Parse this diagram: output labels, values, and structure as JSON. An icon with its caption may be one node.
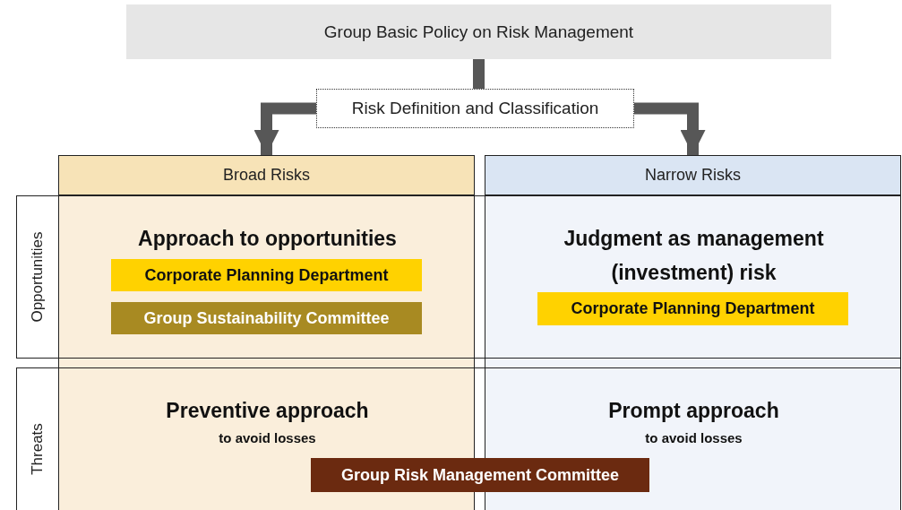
{
  "diagram": {
    "nodes": [
      {
        "text": [
          "Group Basic Policy on Risk Management"
        ]
      },
      {
        "text": [
          "Risk Definition and Classification"
        ]
      },
      {
        "text": [
          "Broad Risks"
        ]
      },
      {
        "text": [
          "Narrow Risks"
        ]
      },
      {
        "text": [
          "Opportunities"
        ]
      },
      {
        "text": [
          "Threats"
        ]
      },
      {
        "text": [
          "Approach to opportunities"
        ],
        "in": 4
      },
      {
        "text": [
          "Corporate Planning Department"
        ],
        "in": 6
      },
      {
        "text": [
          "Group Sustainability Committee"
        ],
        "in": 6
      },
      {
        "text": [
          "Judgment as management (investment) risk"
        ],
        "in": 4
      },
      {
        "text": [
          "Corporate Planning Department"
        ],
        "in": 9
      },
      {
        "text": [
          "Preventive approach",
          "to avoid losses"
        ],
        "in": 5
      },
      {
        "text": [
          "Prompt approach",
          "to avoid losses"
        ],
        "in": 5
      },
      {
        "text": [
          "Group Risk Management Committee"
        ],
        "in": 5
      }
    ],
    "edges": [
      {
        "from": 0,
        "to": 1,
        "arrow": "none"
      },
      {
        "from": 1,
        "to": 2,
        "arrow": "to"
      },
      {
        "from": 1,
        "to": 3,
        "arrow": "to"
      }
    ]
  }
}
